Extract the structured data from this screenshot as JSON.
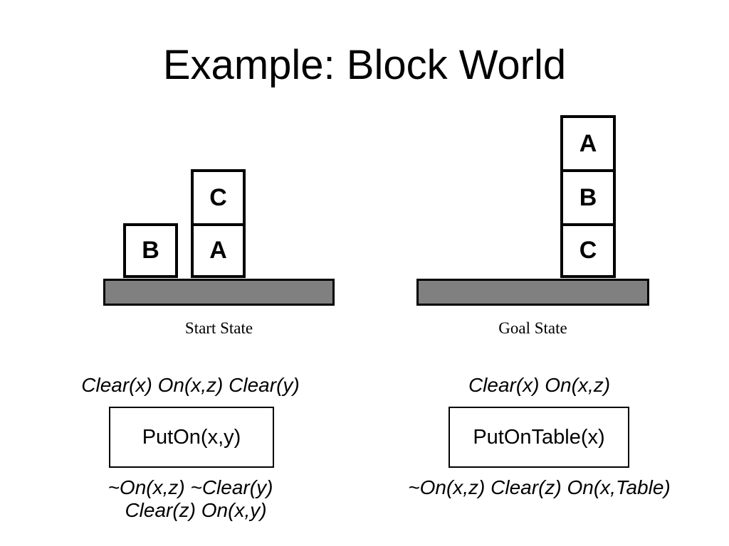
{
  "title": "Example: Block World",
  "start_state": {
    "caption": "Start State",
    "blocks": {
      "b": "B",
      "a": "A",
      "c": "C"
    }
  },
  "goal_state": {
    "caption": "Goal State",
    "blocks": {
      "a": "A",
      "b": "B",
      "c": "C"
    }
  },
  "colors": {
    "table": "#808080",
    "border": "#000000"
  },
  "operators": {
    "put_on": {
      "preconditions": "Clear(x) On(x,z) Clear(y)",
      "name": "PutOn(x,y)",
      "effects_line1": "~On(x,z) ~Clear(y)",
      "effects_line2": "Clear(z) On(x,y)"
    },
    "put_on_table": {
      "preconditions": "Clear(x) On(x,z)",
      "name": "PutOnTable(x)",
      "effects_line1": "~On(x,z) Clear(z) On(x,Table)"
    }
  }
}
